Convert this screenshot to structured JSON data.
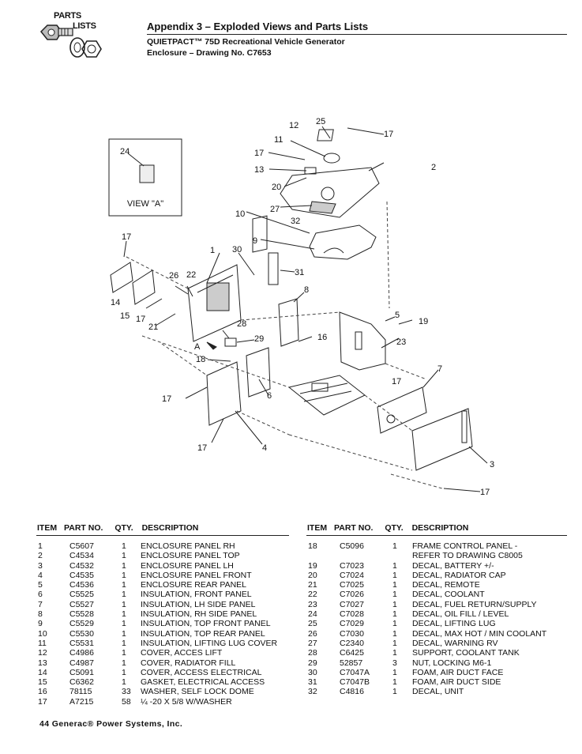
{
  "header": {
    "logo_line1": "PARTS",
    "logo_line2": "LISTS",
    "title": "Appendix 3 – Exploded Views and Parts Lists",
    "subtitle1": "QUIETPACT™ 75D Recreational Vehicle Generator",
    "subtitle2": "Enclosure – Drawing No. C7653"
  },
  "diagram": {
    "view_label": "VIEW \"A\"",
    "a_marker": "A",
    "callouts": [
      "12",
      "25",
      "17",
      "11",
      "17",
      "2",
      "13",
      "20",
      "10",
      "27",
      "32",
      "24",
      "9",
      "17",
      "1",
      "30",
      "31",
      "26",
      "22",
      "8",
      "14",
      "15",
      "17",
      "21",
      "5",
      "19",
      "28",
      "29",
      "16",
      "23",
      "A",
      "18",
      "17",
      "7",
      "6",
      "17",
      "17",
      "4",
      "3",
      "17"
    ]
  },
  "table": {
    "headers": {
      "item": "ITEM",
      "part": "PART NO.",
      "qty": "QTY.",
      "desc": "DESCRIPTION"
    },
    "left_rows": [
      {
        "item": "1",
        "part": "C5607",
        "qty": "1",
        "desc": "ENCLOSURE PANEL RH"
      },
      {
        "item": "2",
        "part": "C4534",
        "qty": "1",
        "desc": "ENCLOSURE PANEL TOP"
      },
      {
        "item": "3",
        "part": "C4532",
        "qty": "1",
        "desc": "ENCLOSURE PANEL LH"
      },
      {
        "item": "4",
        "part": "C4535",
        "qty": "1",
        "desc": "ENCLOSURE PANEL FRONT"
      },
      {
        "item": "5",
        "part": "C4536",
        "qty": "1",
        "desc": "ENCLOSURE REAR PANEL"
      },
      {
        "item": "6",
        "part": "C5525",
        "qty": "1",
        "desc": "INSULATION, FRONT PANEL"
      },
      {
        "item": "7",
        "part": "C5527",
        "qty": "1",
        "desc": "INSULATION, LH SIDE PANEL"
      },
      {
        "item": "8",
        "part": "C5528",
        "qty": "1",
        "desc": "INSULATION, RH SIDE PANEL"
      },
      {
        "item": "9",
        "part": "C5529",
        "qty": "1",
        "desc": "INSULATION, TOP FRONT PANEL"
      },
      {
        "item": "10",
        "part": "C5530",
        "qty": "1",
        "desc": "INSULATION, TOP REAR PANEL"
      },
      {
        "item": "11",
        "part": "C5531",
        "qty": "1",
        "desc": "INSULATION, LIFTING LUG COVER"
      },
      {
        "item": "12",
        "part": "C4986",
        "qty": "1",
        "desc": "COVER, ACCES LIFT"
      },
      {
        "item": "13",
        "part": "C4987",
        "qty": "1",
        "desc": "COVER, RADIATOR FILL"
      },
      {
        "item": "14",
        "part": "C5091",
        "qty": "1",
        "desc": "COVER, ACCESS ELECTRICAL"
      },
      {
        "item": "15",
        "part": "C6362",
        "qty": "1",
        "desc": "GASKET, ELECTRICAL ACCESS"
      },
      {
        "item": "16",
        "part": "78115",
        "qty": "33",
        "desc": "WASHER, SELF LOCK DOME"
      },
      {
        "item": "17",
        "part": "A7215",
        "qty": "58",
        "desc": "¼ -20 X 5/8 W/WASHER"
      }
    ],
    "right_rows": [
      {
        "item": "18",
        "part": "C5096",
        "qty": "1",
        "desc": "FRAME CONTROL PANEL -"
      },
      {
        "item": "",
        "part": "",
        "qty": "",
        "desc": "REFER TO DRAWING C8005"
      },
      {
        "item": "19",
        "part": "C7023",
        "qty": "1",
        "desc": "DECAL, BATTERY +/-"
      },
      {
        "item": "20",
        "part": "C7024",
        "qty": "1",
        "desc": "DECAL, RADIATOR CAP"
      },
      {
        "item": "21",
        "part": "C7025",
        "qty": "1",
        "desc": "DECAL, REMOTE"
      },
      {
        "item": "22",
        "part": "C7026",
        "qty": "1",
        "desc": "DECAL, COOLANT"
      },
      {
        "item": "23",
        "part": "C7027",
        "qty": "1",
        "desc": "DECAL, FUEL RETURN/SUPPLY"
      },
      {
        "item": "24",
        "part": "C7028",
        "qty": "1",
        "desc": "DECAL, OIL FILL / LEVEL"
      },
      {
        "item": "25",
        "part": "C7029",
        "qty": "1",
        "desc": "DECAL, LIFTING LUG"
      },
      {
        "item": "26",
        "part": "C7030",
        "qty": "1",
        "desc": "DECAL, MAX HOT / MIN COOLANT"
      },
      {
        "item": "27",
        "part": "C2340",
        "qty": "1",
        "desc": "DECAL, WARNING RV"
      },
      {
        "item": "28",
        "part": "C6425",
        "qty": "1",
        "desc": "SUPPORT, COOLANT TANK"
      },
      {
        "item": "29",
        "part": "52857",
        "qty": "3",
        "desc": "NUT, LOCKING M6-1"
      },
      {
        "item": "30",
        "part": "C7047A",
        "qty": "1",
        "desc": "FOAM, AIR DUCT FACE"
      },
      {
        "item": "31",
        "part": "C7047B",
        "qty": "1",
        "desc": "FOAM, AIR DUCT SIDE"
      },
      {
        "item": "32",
        "part": "C4816",
        "qty": "1",
        "desc": "DECAL, UNIT"
      }
    ]
  },
  "footer": {
    "text": "44 Generac® Power Systems, Inc."
  }
}
